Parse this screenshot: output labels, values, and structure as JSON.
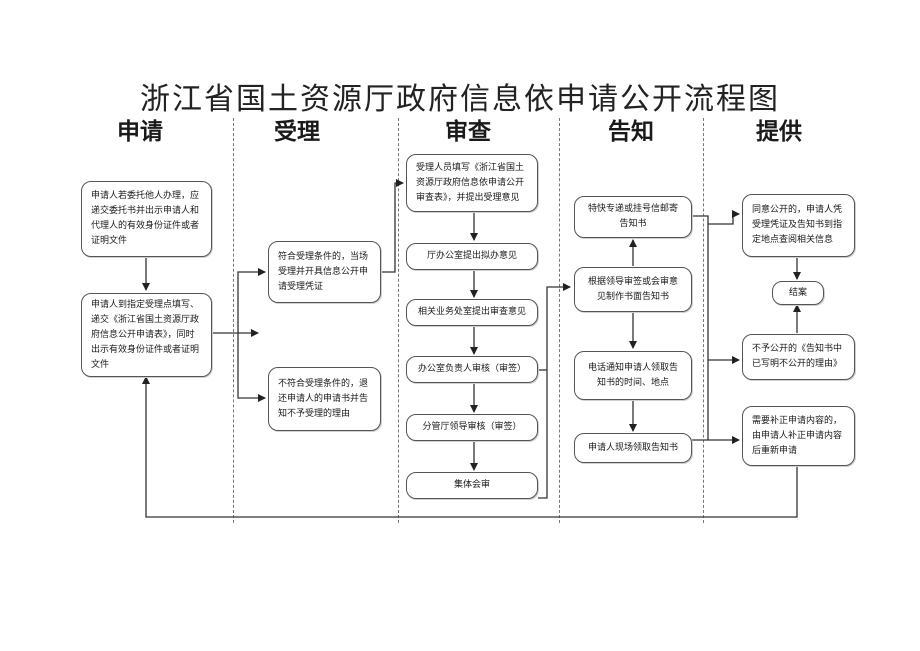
{
  "title": "浙江省国土资源厅政府信息依申请公开流程图",
  "columns": {
    "apply": "申请",
    "accept": "受理",
    "review": "审查",
    "notify": "告知",
    "provide": "提供"
  },
  "boxes": {
    "entrust": "申请人若委托他人办理，应递交委托书并出示申请人和代理人的有效身份证件或者证明文件",
    "fill_form": "申请人到指定受理点填写、递交《浙江省国土资源厅政府信息公开申请表》，同时出示有效身份证件或者证明文件",
    "eligible": "符合受理条件的，当场受理并开具信息公开申请受理凭证",
    "ineligible": "不符合受理条件的，退还申请人的申请书并告知不予受理的理由",
    "staff_fill": "受理人员填写《浙江省国土资源厅政府信息依申请公开审查表》，并提出受理意见",
    "office_opinion": "厅办公室提出拟办意见",
    "dept_review": "相关业务处室提出审查意见",
    "office_head": "办公室负责人审核（审签）",
    "leader": "分管厅领导审核（审签）",
    "collective": "集体会审",
    "mail_notice": "特快专递或挂号信邮寄告知书",
    "make_notice": "根据领导审签或会审意见制作书面告知书",
    "phone_notice": "电话通知申请人领取告知书的时间、地点",
    "onsite_notice": "申请人现场领取告知书",
    "agree": "同意公开的，申请人凭受理凭证及告知书到指定地点查阅相关信息",
    "close": "结案",
    "refuse": "不予公开的《告知书中已写明不公开的理由》",
    "supplement": "需要补正申请内容的，由申请人补正申请内容后重新申请"
  }
}
